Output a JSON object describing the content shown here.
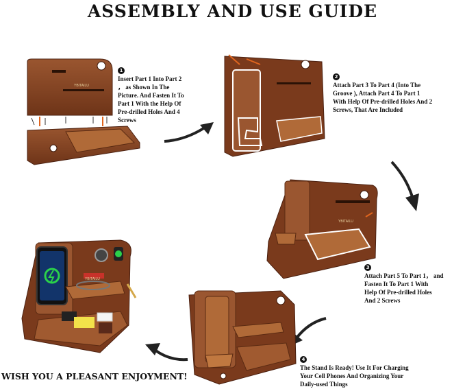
{
  "title": "ASSEMBLY AND USE GUIDE",
  "steps": [
    {
      "num": "1",
      "lines": [
        "Insert Part 1 Into Part 2",
        "， as Shown In The",
        "Picture. And Fasten It To",
        "Part 1 With the Help Of",
        "Pre-drilled Holes And 4",
        "Screws"
      ]
    },
    {
      "num": "2",
      "lines": [
        "Attach Part 3 To Part 4 (Into The",
        "Groove ), Attach Part 4 To Part 1",
        "With Help Of Pre-drilled Holes And 2",
        "Screws, That Are Included"
      ]
    },
    {
      "num": "3",
      "lines": [
        "Attach Part 5 To Part 1， and",
        "Fasten It To Part 1 With",
        "Help Of Pre-drilled Holes",
        "And 2 Screws"
      ]
    },
    {
      "num": "4",
      "lines": [
        "The Stand Is Ready! Use It For Charging",
        "Your Cell Phones And Organizing Your",
        "Daily-used Things"
      ]
    }
  ],
  "brand": "YBITAILU",
  "footer": "WISH YOU A PLEASANT ENJOYMENT!",
  "colors": {
    "wood_dark": "#5a2a12",
    "wood_mid": "#8a4a24",
    "wood_light": "#b06a38",
    "accent_arrow": "#e0651e",
    "phone_green": "#2bd14a"
  }
}
